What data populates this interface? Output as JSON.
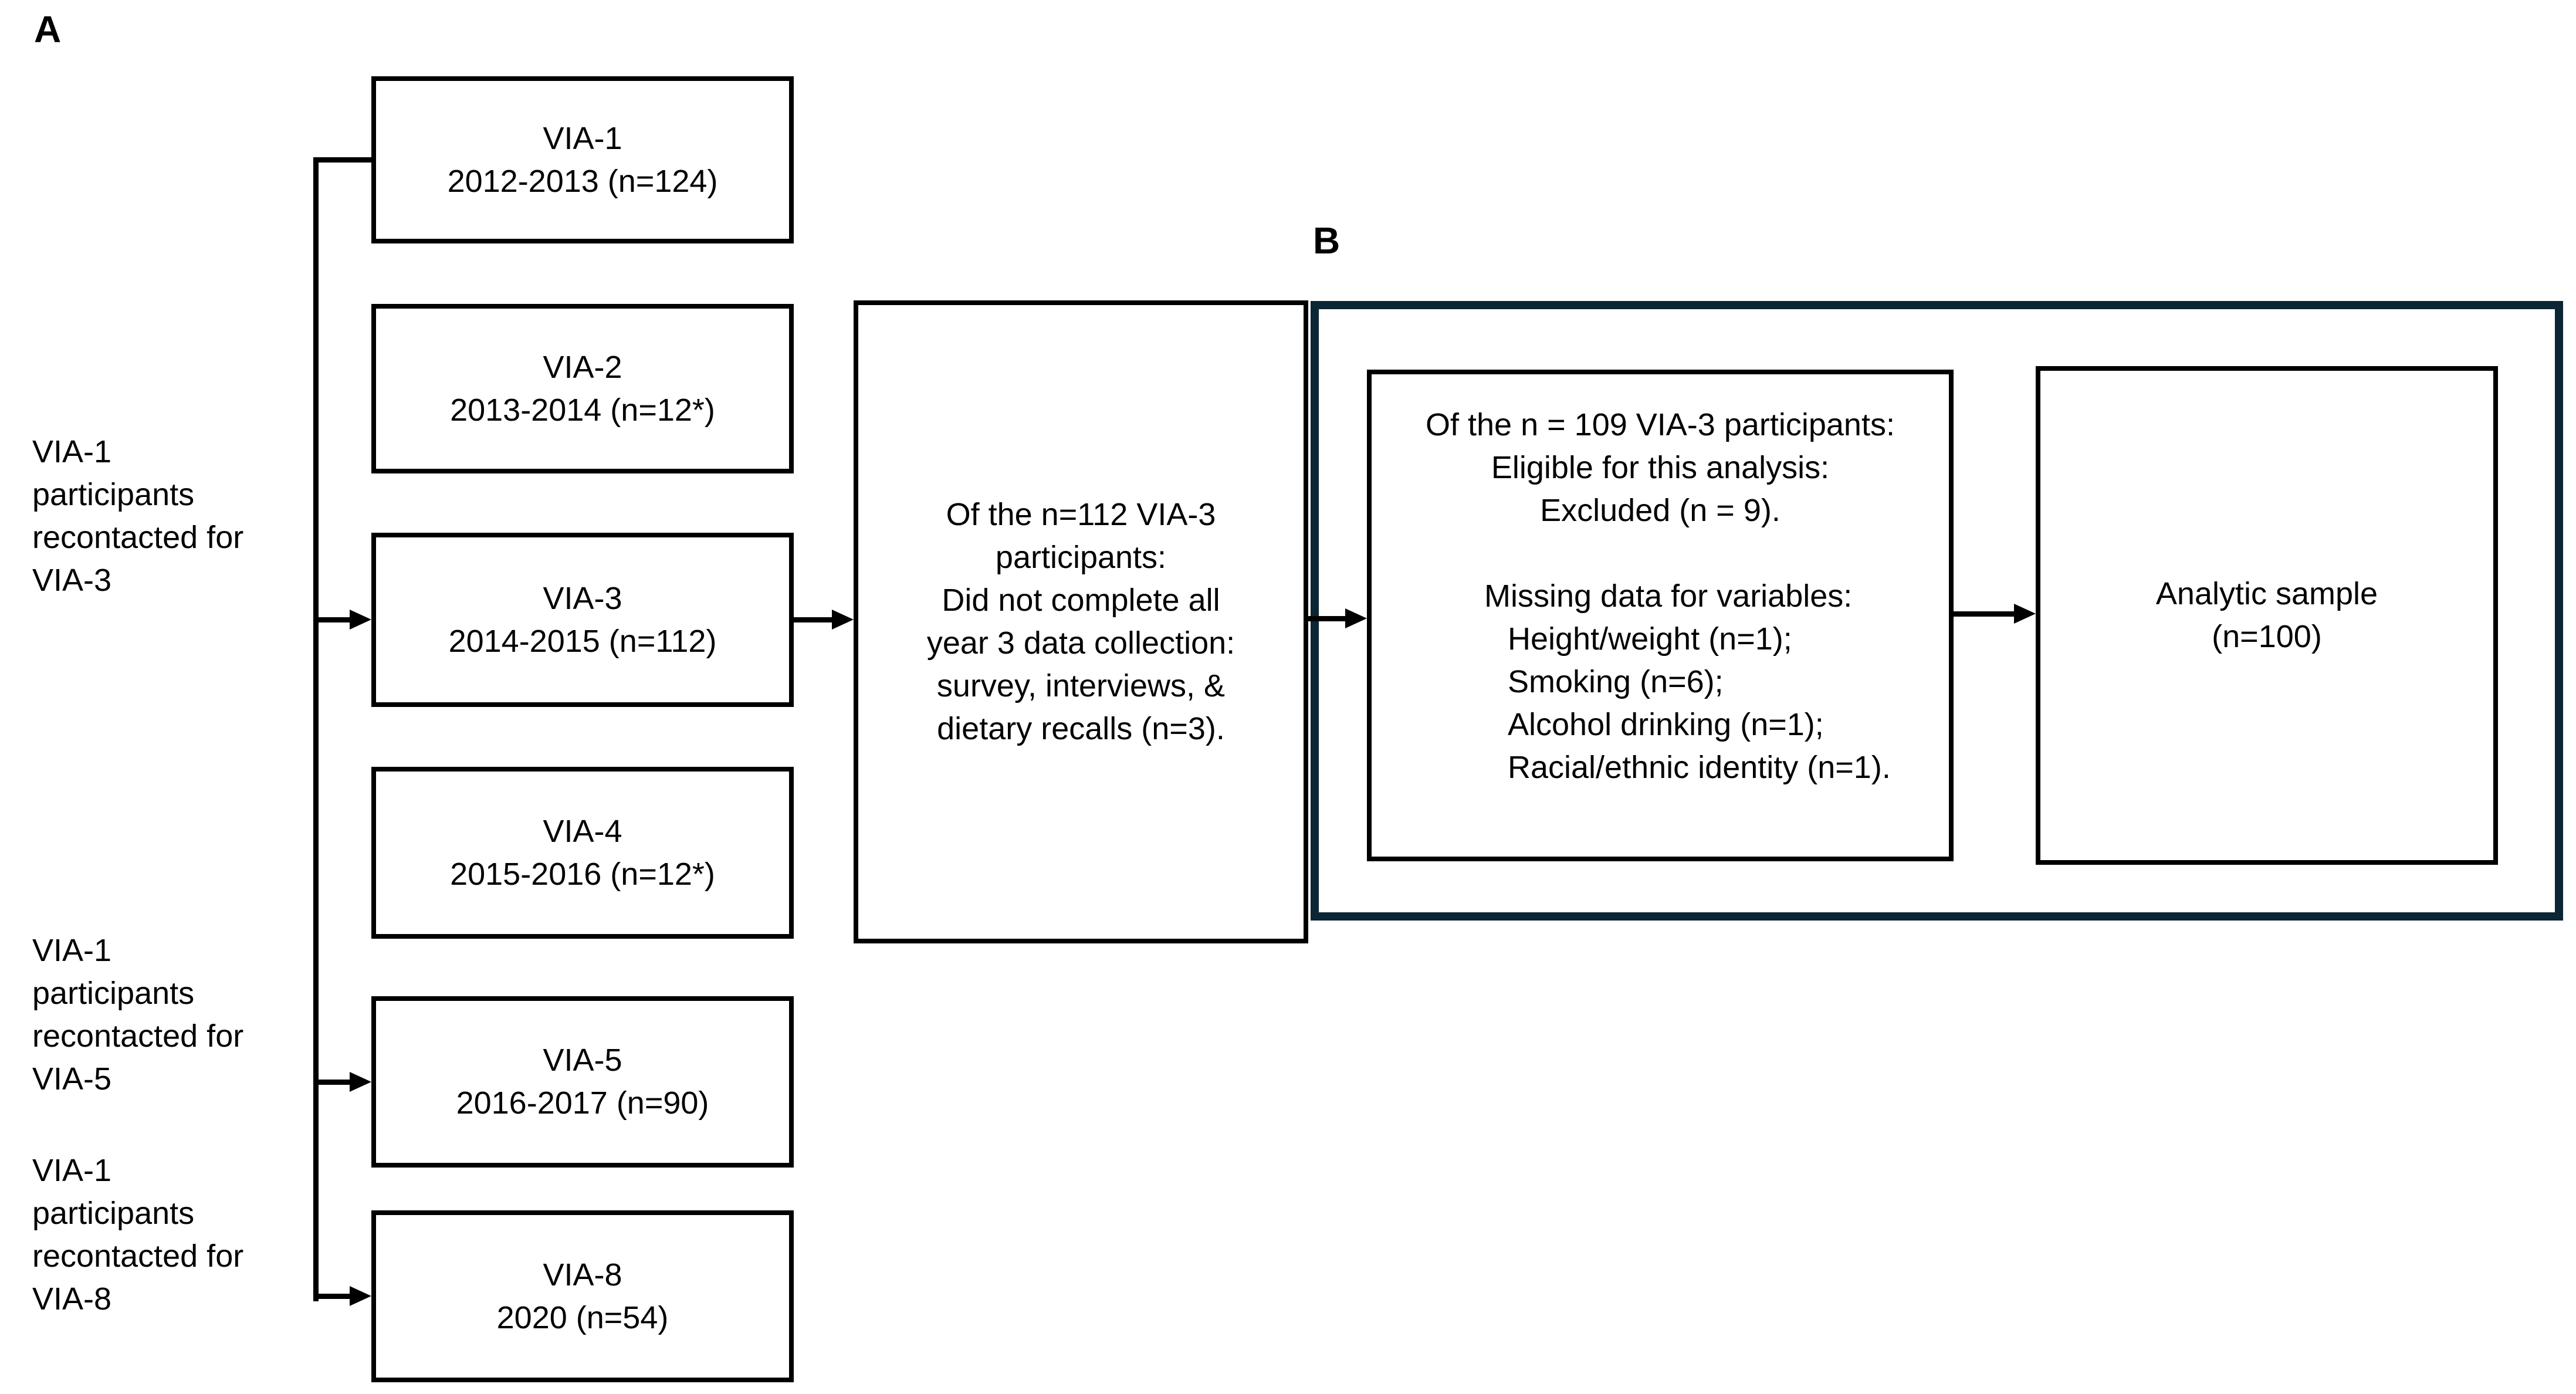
{
  "colors": {
    "line": "#000000",
    "panel_b_border": "#0b2634",
    "background": "#ffffff",
    "text": "#000000"
  },
  "panel_a": {
    "label": "A",
    "side_notes": [
      {
        "text": "VIA-1\nparticipants\nrecontacted for\nVIA-3"
      },
      {
        "text": "VIA-1\nparticipants\nrecontacted for\nVIA-5"
      },
      {
        "text": "VIA-1\nparticipants\nrecontacted for\nVIA-8"
      }
    ],
    "wave_boxes": [
      {
        "id": "via-1",
        "title": "VIA-1",
        "subtitle": "2012-2013 (n=124)"
      },
      {
        "id": "via-2",
        "title": "VIA-2",
        "subtitle": "2013-2014 (n=12*)"
      },
      {
        "id": "via-3",
        "title": "VIA-3",
        "subtitle": "2014-2015 (n=112)"
      },
      {
        "id": "via-4",
        "title": "VIA-4",
        "subtitle": "2015-2016 (n=12*)"
      },
      {
        "id": "via-5",
        "title": "VIA-5",
        "subtitle": "2016-2017 (n=90)"
      },
      {
        "id": "via-8",
        "title": "VIA-8",
        "subtitle": "2020 (n=54)"
      }
    ],
    "exclusion_box": {
      "text": "Of the n=112 VIA-3\nparticipants:\nDid not complete all\nyear 3 data collection:\nsurvey, interviews, &\ndietary recalls (n=3)."
    }
  },
  "panel_b": {
    "label": "B",
    "eligibility_box": {
      "header": "Of the n = 109 VIA-3 participants:\nEligible for this analysis:\nExcluded (n = 9).",
      "missing_header": "Missing data for variables:",
      "missing_items": "Height/weight (n=1);\nSmoking (n=6);\nAlcohol drinking (n=1);\nRacial/ethnic identity (n=1)."
    },
    "analytic_box": {
      "text": "Analytic sample\n(n=100)"
    }
  }
}
